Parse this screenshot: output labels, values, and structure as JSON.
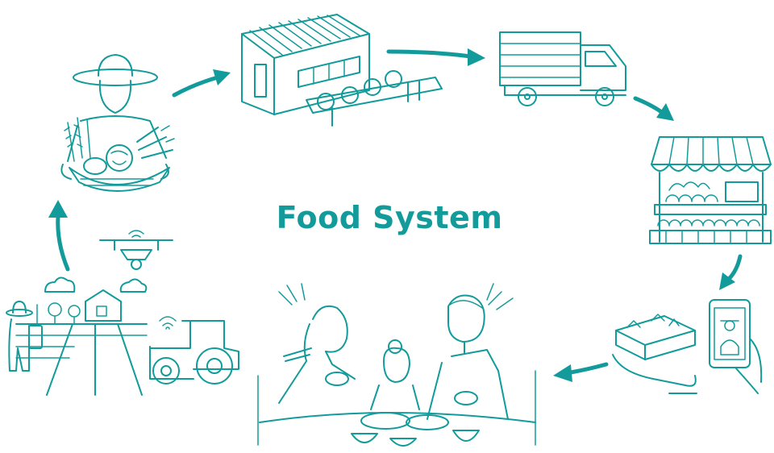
{
  "title": "Food System",
  "colors": {
    "accent": "#139b9b",
    "background": "#ffffff"
  },
  "stages": [
    {
      "id": "production",
      "icon": "farmer-with-harvest-icon"
    },
    {
      "id": "processing",
      "icon": "factory-conveyor-icon"
    },
    {
      "id": "distribution",
      "icon": "delivery-truck-icon"
    },
    {
      "id": "retail",
      "icon": "market-stall-icon"
    },
    {
      "id": "purchase",
      "icon": "meal-box-phone-icon"
    },
    {
      "id": "consumption",
      "icon": "family-meal-icon"
    },
    {
      "id": "smart-farming",
      "icon": "farm-drone-tractor-icon"
    }
  ]
}
